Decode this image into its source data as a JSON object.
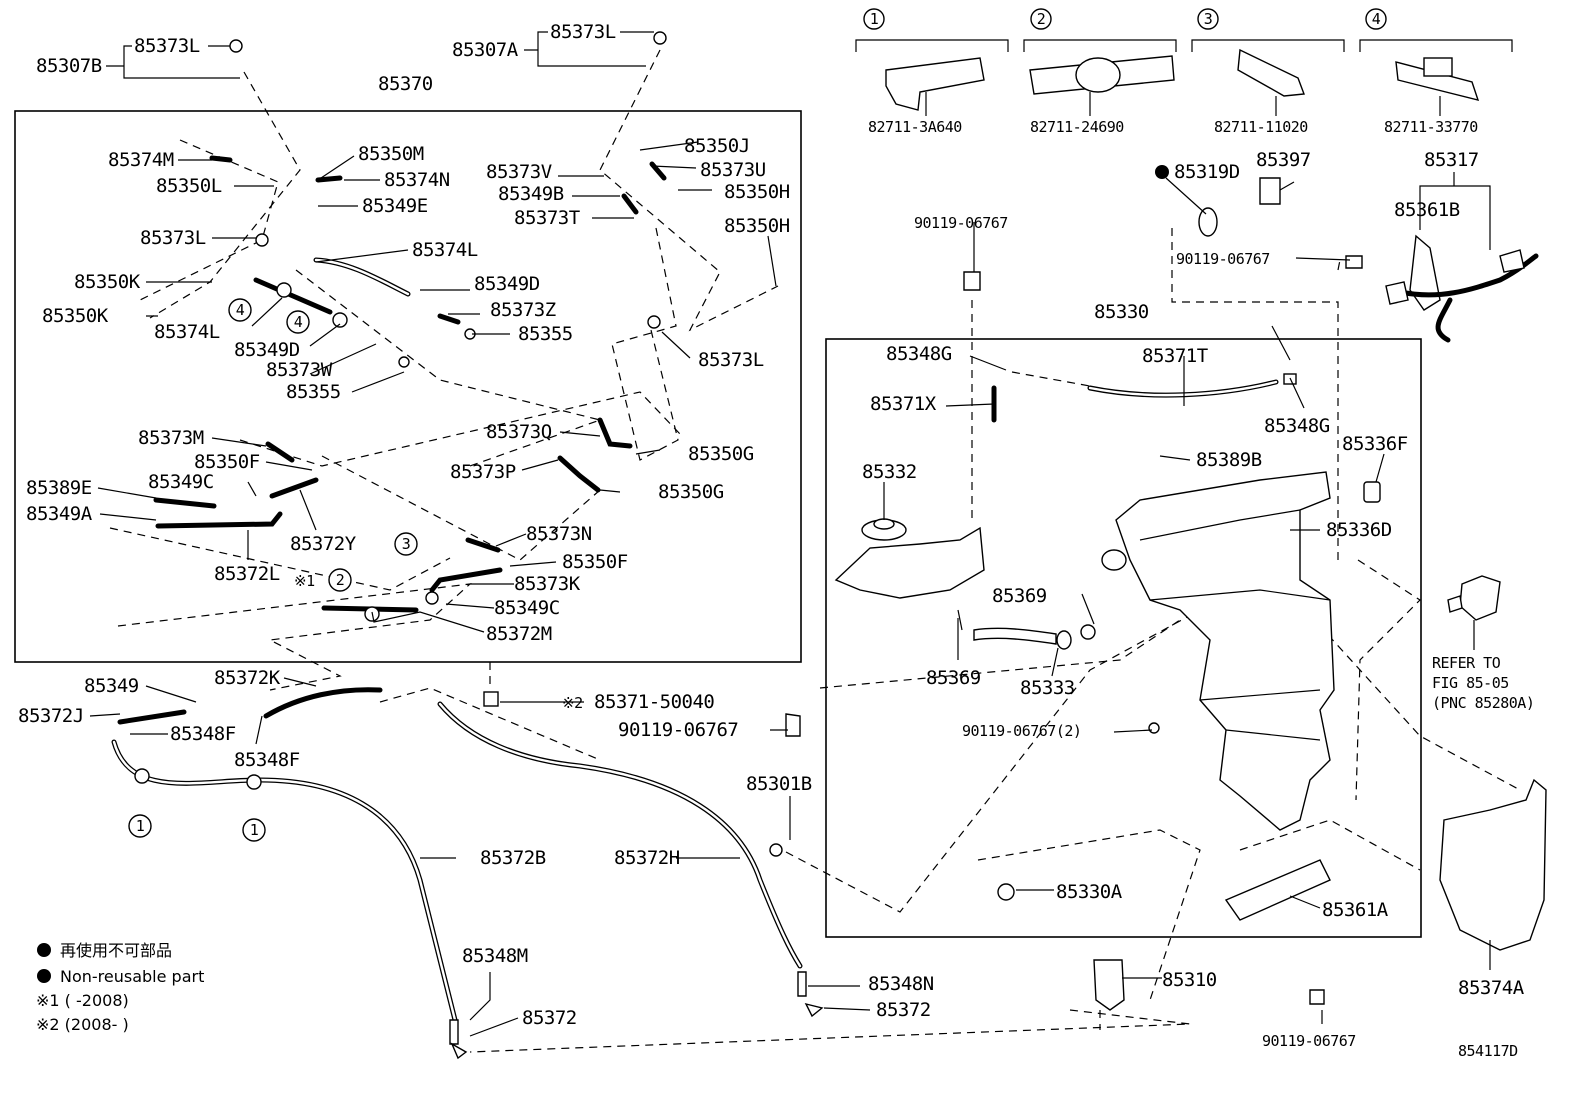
{
  "figure_id": "854117D",
  "variants": [
    {
      "mark": "1"
    },
    {
      "mark": "2"
    },
    {
      "mark": "3"
    },
    {
      "mark": "4"
    }
  ],
  "circles": {
    "c1": "1",
    "c2": "2",
    "c3": "3",
    "c4": "4"
  },
  "notes": {
    "mark1": "※1",
    "mark2": "※2"
  },
  "labels": {
    "p85307B": "85307B",
    "p85373L": "85373L",
    "p85307A": "85307A",
    "p85370": "85370",
    "p85374M": "85374M",
    "p85350M": "85350M",
    "p85350L": "85350L",
    "p85374N": "85374N",
    "p85349E": "85349E",
    "p85374L": "85374L",
    "p85350K": "85350K",
    "p85349D": "85349D",
    "p85373Z": "85373Z",
    "p85355": "85355",
    "p85373W": "85373W",
    "p85350J": "85350J",
    "p85373V": "85373V",
    "p85373U": "85373U",
    "p85349B": "85349B",
    "p85350H": "85350H",
    "p85373T": "85373T",
    "p85373M": "85373M",
    "p85373Q": "85373Q",
    "p85350F": "85350F",
    "p85350G": "85350G",
    "p85349C": "85349C",
    "p85373P": "85373P",
    "p85389E": "85389E",
    "p85349A": "85349A",
    "p85373N": "85373N",
    "p85372Y": "85372Y",
    "p85372L": "85372L",
    "p85373K": "85373K",
    "p85372M": "85372M",
    "p85349": "85349",
    "p85372K": "85372K",
    "p85372J": "85372J",
    "p85348F": "85348F",
    "p85371_50040": "85371-50040",
    "p90119_06767": "90119-06767",
    "p90119_06767_2": "90119-06767(2)",
    "p85301B": "85301B",
    "p85372B": "85372B",
    "p85372H": "85372H",
    "p85348M": "85348M",
    "p85348N": "85348N",
    "p85372": "85372",
    "p82711_3A640": "82711-3A640",
    "p82711_24690": "82711-24690",
    "p82711_11020": "82711-11020",
    "p82711_33770": "82711-33770",
    "p85319D": "85319D",
    "p85397": "85397",
    "p85317": "85317",
    "p85361B": "85361B",
    "p85330": "85330",
    "p85348G": "85348G",
    "p85371T": "85371T",
    "p85371X": "85371X",
    "p85336F": "85336F",
    "p85389B": "85389B",
    "p85332": "85332",
    "p85336D": "85336D",
    "p85369": "85369",
    "p85333": "85333",
    "p85330A": "85330A",
    "p85361A": "85361A",
    "p85310": "85310",
    "p85374A": "85374A"
  },
  "refer": {
    "line1": "REFER TO",
    "line2": "FIG 85-05",
    "line3": "(PNC 85280A)"
  },
  "legend": {
    "nonreusable_jp": "再使用不可部品",
    "nonreusable_en": "Non-reusable part",
    "note1": "※1 (      -2008)",
    "note2": "※2 (2008-      )"
  }
}
